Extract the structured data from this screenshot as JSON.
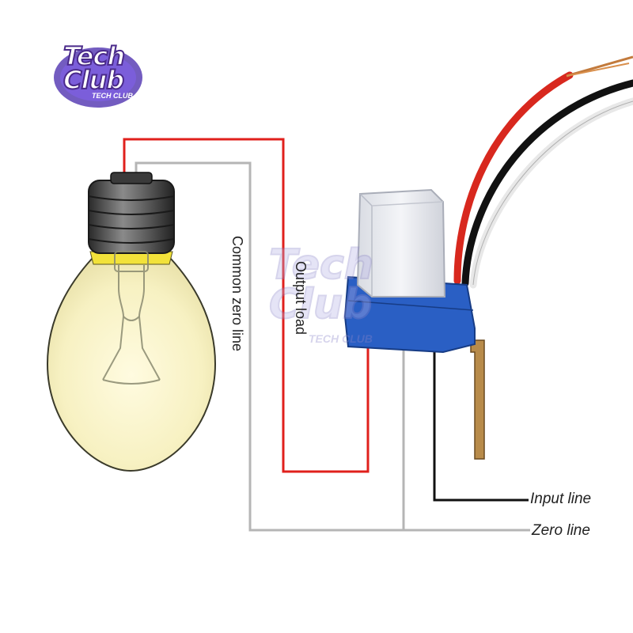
{
  "labels": {
    "common_zero_line": "Common zero line",
    "output_load": "Output load",
    "input_line": "Input line",
    "zero_line": "Zero line"
  },
  "logo": {
    "main": "Tech Club",
    "sub": "TECH CLUB"
  },
  "watermark": {
    "main": "Tech Club",
    "sub": "TECH CLUB"
  },
  "colors": {
    "live_wire": "#e0201c",
    "neutral_wire": "#b5b5b5",
    "input_wire": "#111111",
    "sensor_base": "#2a5fc4",
    "sensor_cap": "#eceef2",
    "bulb_glass": "#f6f2c6",
    "bulb_base": "#4a4a4a",
    "copper": "#c27a3c"
  },
  "icons": [
    "light-bulb-icon",
    "photocell-switch-icon"
  ]
}
